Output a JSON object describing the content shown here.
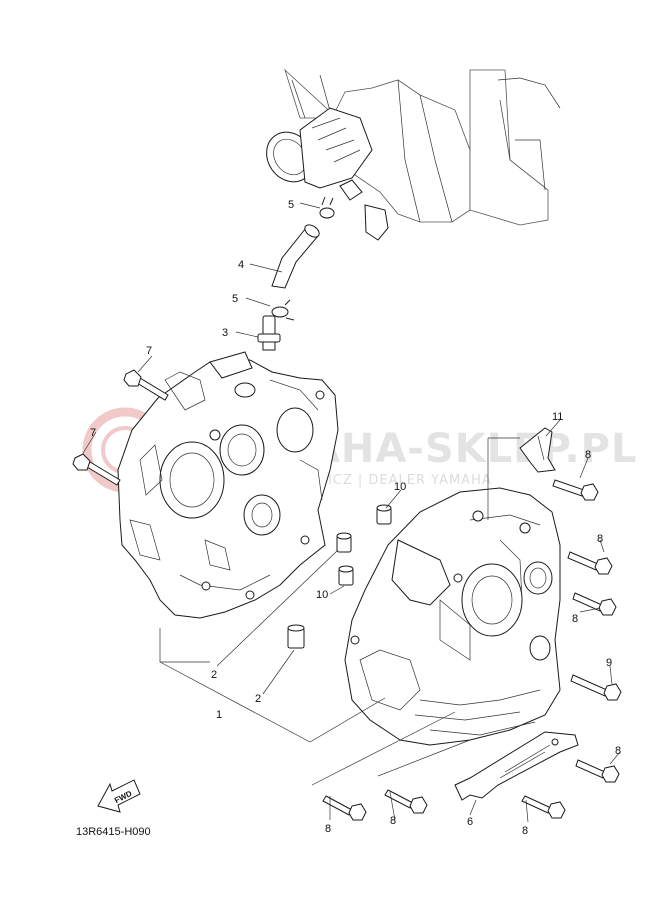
{
  "diagram": {
    "code": "13R6415-H090",
    "fwd_label": "FWD",
    "watermark": {
      "main": "YAMAHA-SKLEP.PL",
      "sub": "MICHALKOWICZ | DEALER YAMAHA"
    },
    "callouts": [
      {
        "id": "c1",
        "text": "1"
      },
      {
        "id": "c2a",
        "text": "2"
      },
      {
        "id": "c2b",
        "text": "2"
      },
      {
        "id": "c3",
        "text": "3"
      },
      {
        "id": "c4",
        "text": "4"
      },
      {
        "id": "c5a",
        "text": "5"
      },
      {
        "id": "c5b",
        "text": "5"
      },
      {
        "id": "c6",
        "text": "6"
      },
      {
        "id": "c7a",
        "text": "7"
      },
      {
        "id": "c7b",
        "text": "7"
      },
      {
        "id": "c8a",
        "text": "8"
      },
      {
        "id": "c8b",
        "text": "8"
      },
      {
        "id": "c8c",
        "text": "8"
      },
      {
        "id": "c8d",
        "text": "8"
      },
      {
        "id": "c8e",
        "text": "8"
      },
      {
        "id": "c8f",
        "text": "8"
      },
      {
        "id": "c8g",
        "text": "8"
      },
      {
        "id": "c9",
        "text": "9"
      },
      {
        "id": "c10a",
        "text": "10"
      },
      {
        "id": "c10b",
        "text": "10"
      },
      {
        "id": "c11",
        "text": "11"
      }
    ],
    "colors": {
      "line": "#1a1a1a",
      "watermark": "#e3e3e3",
      "watermark_logo": "#f2c9c9"
    }
  }
}
